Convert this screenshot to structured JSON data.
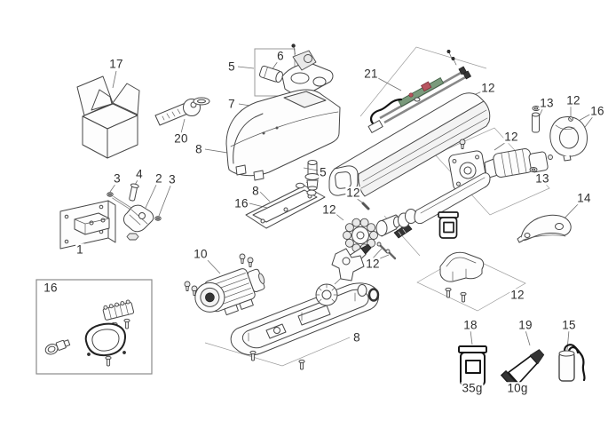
{
  "diagram": {
    "kind": "exploded-spare-parts-diagram",
    "background": "#ffffff",
    "line_color": "#474747",
    "label_color": "#2e2e2e",
    "pcb_green": "#7a9a7c",
    "connector_red": "#b85560",
    "labels": [
      {
        "text": "17",
        "part": "packaging-box"
      },
      {
        "text": "5",
        "part": "lock-release-kit"
      },
      {
        "text": "6",
        "part": "lock-cylinder"
      },
      {
        "text": "7",
        "part": "spring"
      },
      {
        "text": "20",
        "part": "release-key"
      },
      {
        "text": "8",
        "part": "top-cover"
      },
      {
        "text": "21",
        "part": "limit-switch-cable-assembly"
      },
      {
        "text": "12",
        "part": "beam-profile"
      },
      {
        "text": "13",
        "part": "pin-with-oring"
      },
      {
        "text": "12",
        "part": "front-flange"
      },
      {
        "text": "16",
        "part": "flange-screw"
      },
      {
        "text": "12",
        "part": "rear-drive-head"
      },
      {
        "text": "13",
        "part": "oring"
      },
      {
        "text": "14",
        "part": "gate-bracket"
      },
      {
        "text": "8",
        "part": "cover-gasket"
      },
      {
        "text": "16",
        "part": "gasket-seal"
      },
      {
        "text": "5",
        "part": "release-pin"
      },
      {
        "text": "12",
        "part": "roll-pin"
      },
      {
        "text": "12",
        "part": "drive-gear"
      },
      {
        "text": "12",
        "part": "screw-kit"
      },
      {
        "text": "10",
        "part": "motor"
      },
      {
        "text": "3",
        "part": "washer-a"
      },
      {
        "text": "4",
        "part": "clevis-bolt"
      },
      {
        "text": "2",
        "part": "clevis-fork"
      },
      {
        "text": "3",
        "part": "washer-b"
      },
      {
        "text": "1",
        "part": "wall-mount-plate"
      },
      {
        "text": "16",
        "part": "accessories-kit"
      },
      {
        "text": "12",
        "part": "saddle-bracket"
      },
      {
        "text": "8",
        "part": "base-tray"
      },
      {
        "text": "18",
        "part": "grease-jar"
      },
      {
        "text": "19",
        "part": "glue-tube"
      },
      {
        "text": "15",
        "part": "capacitor"
      },
      {
        "text": "35g",
        "part": "grease-jar-weight"
      },
      {
        "text": "10g",
        "part": "glue-tube-weight"
      }
    ]
  }
}
